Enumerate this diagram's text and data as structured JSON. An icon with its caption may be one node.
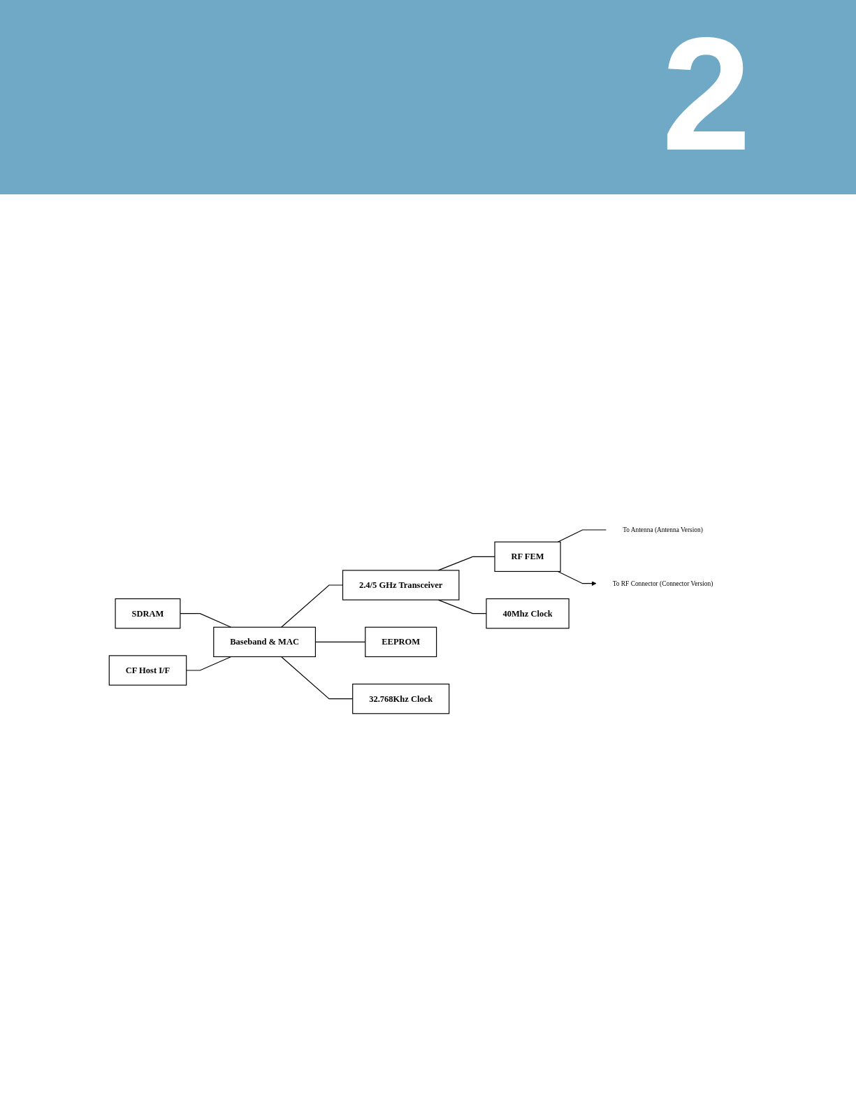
{
  "diagram": {
    "nodes": [
      {
        "text": [
          "SDRAM"
        ]
      },
      {
        "text": [
          "CF Host I/F"
        ]
      },
      {
        "text": [
          "Baseband & MAC"
        ]
      },
      {
        "text": [
          "2.4/5 GHz Transceiver"
        ]
      },
      {
        "text": [
          "RF FEM"
        ]
      },
      {
        "text": [
          "To Antenna (Antenna Version)"
        ]
      },
      {
        "text": [
          "To RF Connector (Connector Version)"
        ]
      },
      {
        "text": [
          "EEPROM"
        ]
      },
      {
        "text": [
          "32.768Khz Clock"
        ]
      },
      {
        "text": [
          "40Mhz Clock"
        ]
      }
    ],
    "edges": [
      {
        "from": 0,
        "to": 2,
        "arrow": "none"
      },
      {
        "from": 1,
        "to": 2,
        "arrow": "none"
      },
      {
        "from": 2,
        "to": 3,
        "arrow": "none"
      },
      {
        "from": 3,
        "to": 4,
        "arrow": "none"
      },
      {
        "from": 4,
        "to": 5,
        "arrow": "none"
      },
      {
        "from": 4,
        "to": 6,
        "arrow": "to"
      },
      {
        "from": 2,
        "to": 7,
        "arrow": "none"
      },
      {
        "from": 2,
        "to": 8,
        "arrow": "none"
      },
      {
        "from": 3,
        "to": 9,
        "arrow": "none"
      }
    ],
    "labels": [
      "2"
    ]
  }
}
